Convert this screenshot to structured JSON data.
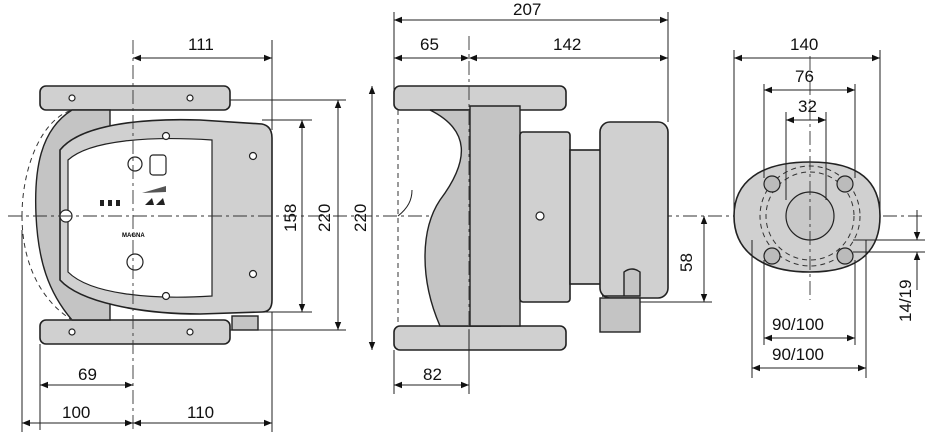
{
  "dimensions": {
    "front_top": "111",
    "front_h158": "158",
    "front_h220": "220",
    "front_left_69": "69",
    "front_left_100": "100",
    "front_right_110": "110",
    "side_total": "207",
    "side_65": "65",
    "side_142": "142",
    "side_outer_220": "220",
    "side_58": "58",
    "side_82": "82",
    "flange_140": "140",
    "flange_76": "76",
    "flange_32": "32",
    "flange_90_100_inner": "90/100",
    "flange_90_100_outer": "90/100",
    "flange_14_19": "14/19"
  },
  "labels": {
    "brand": "MAGNA"
  },
  "colors": {
    "body_fill": "#d0d0d0",
    "line": "#222222"
  }
}
